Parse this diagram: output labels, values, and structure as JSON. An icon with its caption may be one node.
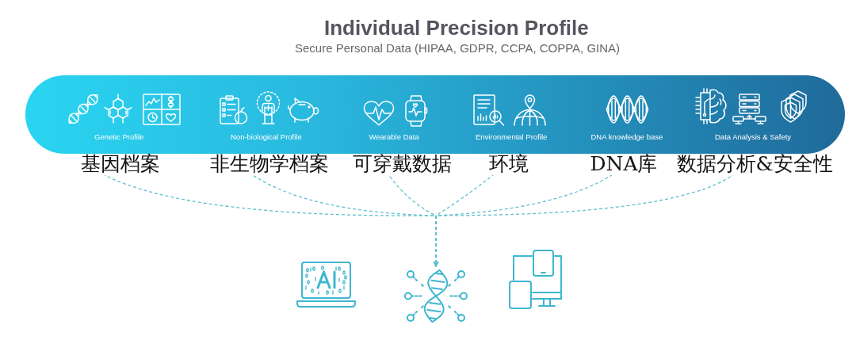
{
  "diagram": {
    "title": "Individual Precision Profile",
    "nodes": [
      {
        "text": [],
        "shape": "band"
      },
      {
        "text": [
          "Genetic Profile"
        ],
        "in": 0
      },
      {
        "text": [
          "Non-biological Profile"
        ],
        "in": 0
      },
      {
        "text": [
          "Wearable Data"
        ],
        "in": 0
      },
      {
        "text": [
          "Environmental Profile"
        ],
        "in": 0
      },
      {
        "text": [
          "DNA knowledge base"
        ],
        "in": 0
      },
      {
        "text": [
          "Data Analysis & Safety"
        ],
        "in": 0
      },
      {
        "text": [
          "基因档案"
        ]
      },
      {
        "text": [
          "非生物学档案"
        ]
      },
      {
        "text": [
          "可穿戴数据"
        ]
      },
      {
        "text": [
          "环境"
        ]
      },
      {
        "text": [
          "DNA库"
        ]
      },
      {
        "text": [
          "数据分析&安全性"
        ]
      },
      {
        "text": [],
        "shape": "picture"
      },
      {
        "text": [],
        "shape": "picture"
      },
      {
        "text": [],
        "shape": "picture"
      }
    ],
    "edges": [
      {
        "from": 7,
        "to": 14,
        "arrow": "to",
        "style": "dashed"
      },
      {
        "from": 8,
        "to": 14,
        "arrow": "to",
        "style": "dashed"
      },
      {
        "from": 9,
        "to": 14,
        "arrow": "to",
        "style": "dashed"
      },
      {
        "from": 10,
        "to": 14,
        "arrow": "to",
        "style": "dashed"
      },
      {
        "from": 11,
        "to": 14,
        "arrow": "to",
        "style": "dashed"
      },
      {
        "from": 12,
        "to": 14,
        "arrow": "to",
        "style": "dashed"
      }
    ],
    "labels": [
      "Secure Personal Data (HIPAA, GDPR, CCPA, COPPA, GINA)"
    ]
  }
}
